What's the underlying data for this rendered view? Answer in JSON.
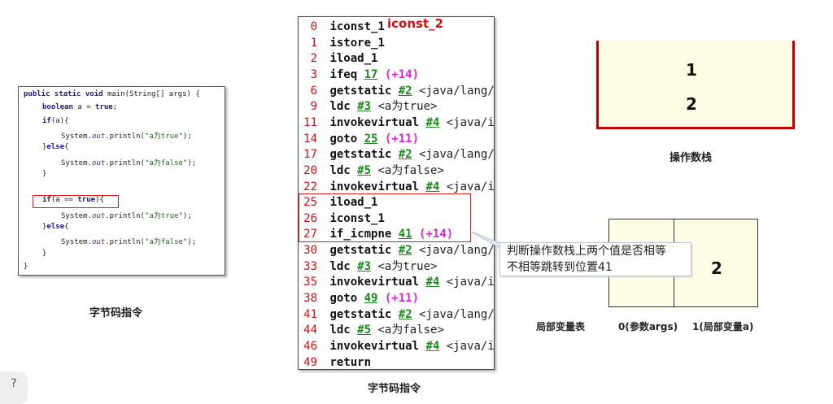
{
  "source_code": {
    "lines": [
      {
        "indent": 0,
        "segments": [
          [
            "kw",
            "public static void "
          ],
          [
            "",
            "main(String[] args) {"
          ]
        ]
      },
      {
        "indent": 1,
        "segments": [
          [
            "kw",
            "boolean "
          ],
          [
            "",
            "a = "
          ],
          [
            "kw",
            "true"
          ],
          [
            "",
            ";"
          ]
        ]
      },
      {
        "indent": 1,
        "segments": [
          [
            "kw",
            "if"
          ],
          [
            "",
            "(a){"
          ]
        ]
      },
      {
        "indent": 2,
        "segments": [
          [
            "",
            "System."
          ],
          [
            "it",
            "out"
          ],
          [
            "",
            ".println("
          ],
          [
            "str",
            "\"a为true\""
          ],
          [
            "",
            ");"
          ]
        ]
      },
      {
        "indent": 1,
        "segments": [
          [
            "",
            "}"
          ],
          [
            "kw",
            "else"
          ],
          [
            "",
            "{"
          ]
        ]
      },
      {
        "indent": 2,
        "segments": [
          [
            "",
            "System."
          ],
          [
            "it",
            "out"
          ],
          [
            "",
            ".println("
          ],
          [
            "str",
            "\"a为false\""
          ],
          [
            "",
            ");"
          ]
        ]
      },
      {
        "indent": 1,
        "segments": [
          [
            "",
            "}"
          ]
        ]
      },
      {
        "indent": 0,
        "segments": []
      },
      {
        "indent": 1,
        "segments": [
          [
            "kw",
            "if"
          ],
          [
            "",
            "(a == "
          ],
          [
            "kw",
            "true"
          ],
          [
            "",
            "){"
          ]
        ]
      },
      {
        "indent": 2,
        "segments": [
          [
            "",
            "System."
          ],
          [
            "it",
            "out"
          ],
          [
            "",
            ".println("
          ],
          [
            "str",
            "\"a为true\""
          ],
          [
            "",
            ");"
          ]
        ]
      },
      {
        "indent": 1,
        "segments": [
          [
            "",
            "}"
          ],
          [
            "kw",
            "else"
          ],
          [
            "",
            "{"
          ]
        ]
      },
      {
        "indent": 2,
        "segments": [
          [
            "",
            "System."
          ],
          [
            "it",
            "out"
          ],
          [
            "",
            ".println("
          ],
          [
            "str",
            "\"a为false\""
          ],
          [
            "",
            ");"
          ]
        ]
      },
      {
        "indent": 1,
        "segments": [
          [
            "",
            "}"
          ]
        ]
      },
      {
        "indent": 0,
        "segments": [
          [
            "",
            "}"
          ]
        ]
      }
    ],
    "caption": "字节码指令"
  },
  "bytecode": {
    "annotation": "iconst_2",
    "rows": [
      {
        "off": "0",
        "op": "iconst_1"
      },
      {
        "off": "1",
        "op": "istore_1"
      },
      {
        "off": "2",
        "op": "iload_1"
      },
      {
        "off": "3",
        "op": "ifeq",
        "ref": "17",
        "rel": "(+14)"
      },
      {
        "off": "6",
        "op": "getstatic",
        "ref": "#2",
        "cmt": "<java/lang/S"
      },
      {
        "off": "9",
        "op": "ldc",
        "ref": "#3",
        "cmt": "<a为true>"
      },
      {
        "off": "11",
        "op": "invokevirtual",
        "ref": "#4",
        "cmt": "<java/io"
      },
      {
        "off": "14",
        "op": "goto",
        "ref": "25",
        "rel": "(+11)"
      },
      {
        "off": "17",
        "op": "getstatic",
        "ref": "#2",
        "cmt": "<java/lang/S"
      },
      {
        "off": "20",
        "op": "ldc",
        "ref": "#5",
        "cmt": "<a为false>"
      },
      {
        "off": "22",
        "op": "invokevirtual",
        "ref": "#4",
        "cmt": "<java/io"
      },
      {
        "off": "25",
        "op": "iload_1"
      },
      {
        "off": "26",
        "op": "iconst_1"
      },
      {
        "off": "27",
        "op": "if_icmpne",
        "ref": "41",
        "rel": "(+14)"
      },
      {
        "off": "30",
        "op": "getstatic",
        "ref": "#2",
        "cmt": "<java/lang/S"
      },
      {
        "off": "33",
        "op": "ldc",
        "ref": "#3",
        "cmt": "<a为true>"
      },
      {
        "off": "35",
        "op": "invokevirtual",
        "ref": "#4",
        "cmt": "<java/io"
      },
      {
        "off": "38",
        "op": "goto",
        "ref": "49",
        "rel": "(+11)"
      },
      {
        "off": "41",
        "op": "getstatic",
        "ref": "#2",
        "cmt": "<java/lang/S"
      },
      {
        "off": "44",
        "op": "ldc",
        "ref": "#5",
        "cmt": "<a为false>"
      },
      {
        "off": "46",
        "op": "invokevirtual",
        "ref": "#4",
        "cmt": "<java/io"
      },
      {
        "off": "49",
        "op": "return"
      }
    ],
    "caption": "字节码指令",
    "callout_line1": "判断操作数栈上两个值是否相等",
    "callout_line2": "不相等跳转到位置41"
  },
  "operand_stack": {
    "values": [
      "1",
      "2"
    ],
    "label": "操作数栈"
  },
  "local_variables": {
    "label": "局部变量表",
    "slot0_label": "0(参数args)",
    "slot1_label": "1(局部变量a)",
    "slot1_value": "2"
  },
  "help_button": {
    "icon": "help-icon",
    "label": "?"
  }
}
